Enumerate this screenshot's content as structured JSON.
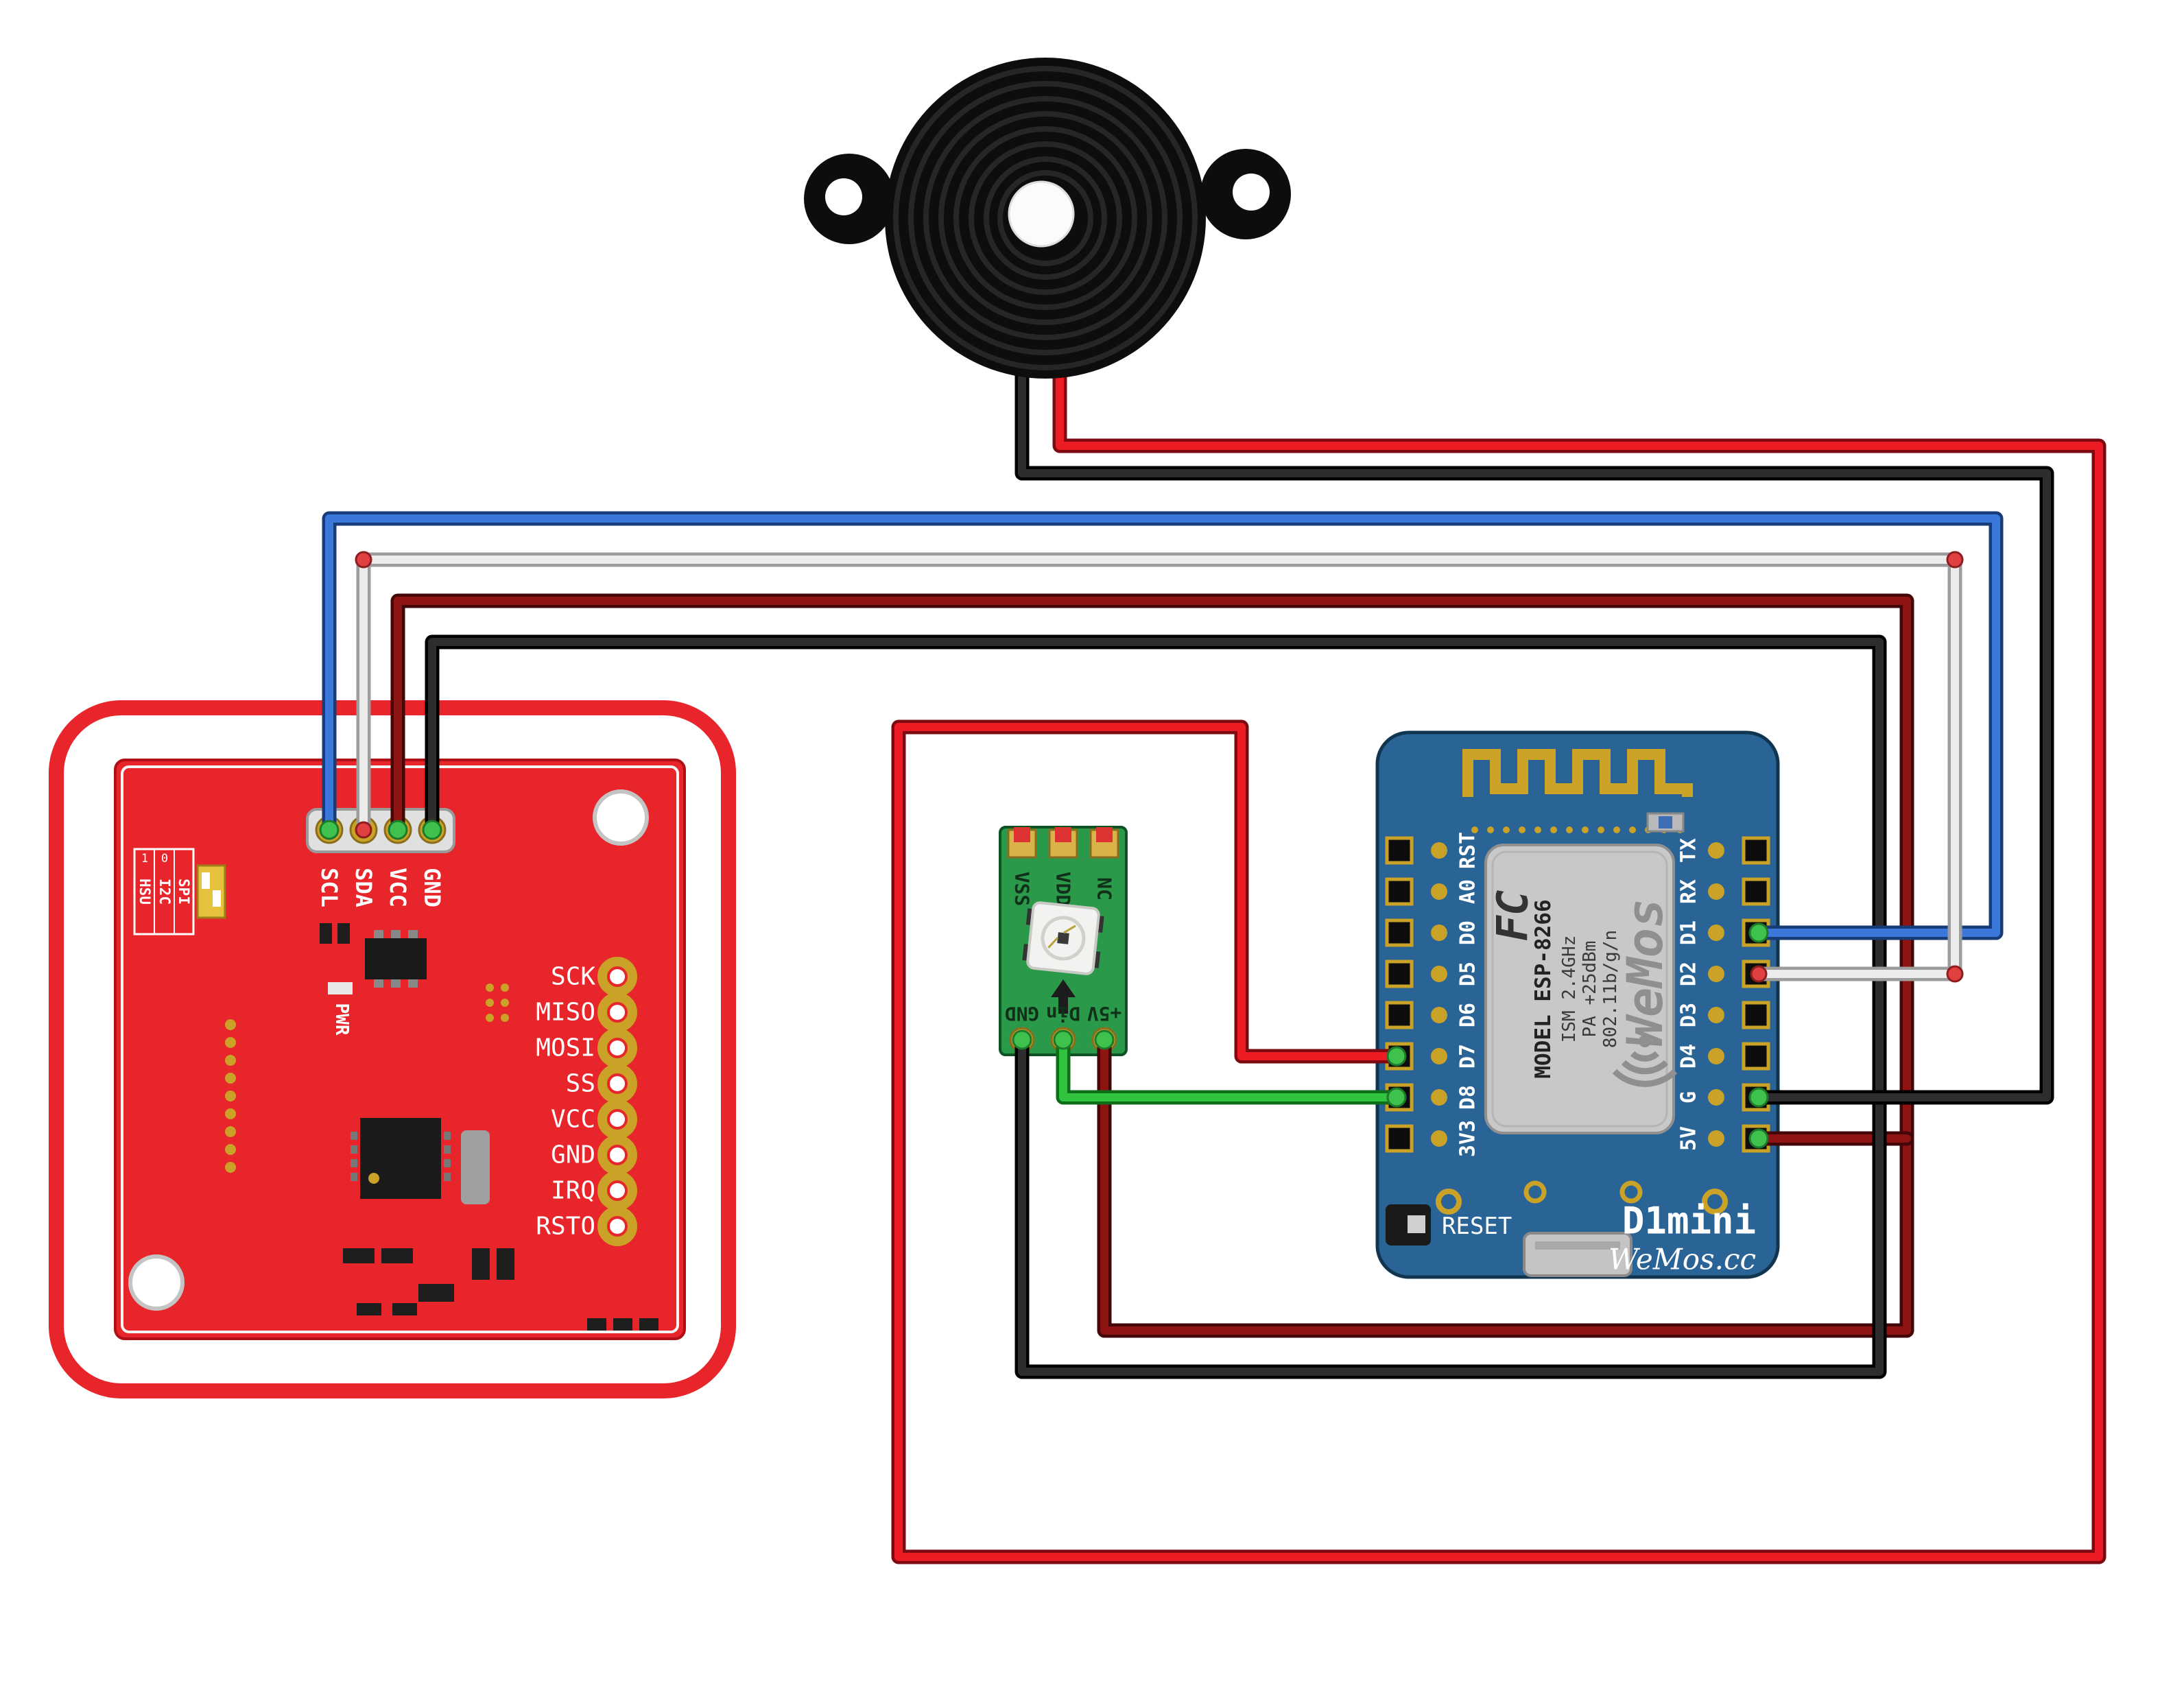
{
  "buzzer": {
    "body_color": "#0d0d0d"
  },
  "pn532": {
    "board_color": "#e8252a",
    "antenna_color": "#e8252a",
    "header_pins": [
      "SCL",
      "SDA",
      "VCC",
      "GND"
    ],
    "side_pins": [
      "SCK",
      "MISO",
      "MOSI",
      "SS",
      "VCC",
      "GND",
      "IRQ",
      "RSTO"
    ],
    "dip_rows": [
      "HSU",
      "I2C",
      "SPI"
    ],
    "dip_cols": [
      "1",
      "0"
    ],
    "pwr_label": "PWR"
  },
  "led_module": {
    "board_color": "#2a9a4a",
    "top_pins": [
      "VSS",
      "VDD",
      "NC"
    ],
    "bottom_pins": [
      "GND",
      "Din",
      "+5V"
    ]
  },
  "d1mini": {
    "board_color": "#2a6496",
    "left_pins": [
      "RST",
      "A0",
      "D0",
      "D5",
      "D6",
      "D7",
      "D8",
      "3V3"
    ],
    "right_pins": [
      "TX",
      "RX",
      "D1",
      "D2",
      "D3",
      "D4",
      "G",
      "5V"
    ],
    "shield": {
      "fcc": "FC",
      "model": "MODEL ESP-8266",
      "ism": "ISM 2.4GHz",
      "pa": "PA +25dBm",
      "wifi": "802.11b/g/n",
      "brand": "WeMos"
    },
    "reset_label": "RESET",
    "board_name": "D1mini",
    "brand": "WeMos.cc"
  },
  "wires": {
    "red": {
      "core": "#ed1c24",
      "outline": "#7c0a10"
    },
    "maroon": {
      "core": "#8e1414",
      "outline": "#430707"
    },
    "black": {
      "core": "#2d2d2d",
      "outline": "#000000"
    },
    "blue": {
      "core": "#3c78dc",
      "outline": "#173c78"
    },
    "white": {
      "core": "#ececec",
      "outline": "#9c9c9c"
    },
    "green": {
      "core": "#31c23f",
      "outline": "#0d6e1a"
    }
  },
  "dots": {
    "connected": "#3fc24d",
    "bend": "#e04040"
  }
}
